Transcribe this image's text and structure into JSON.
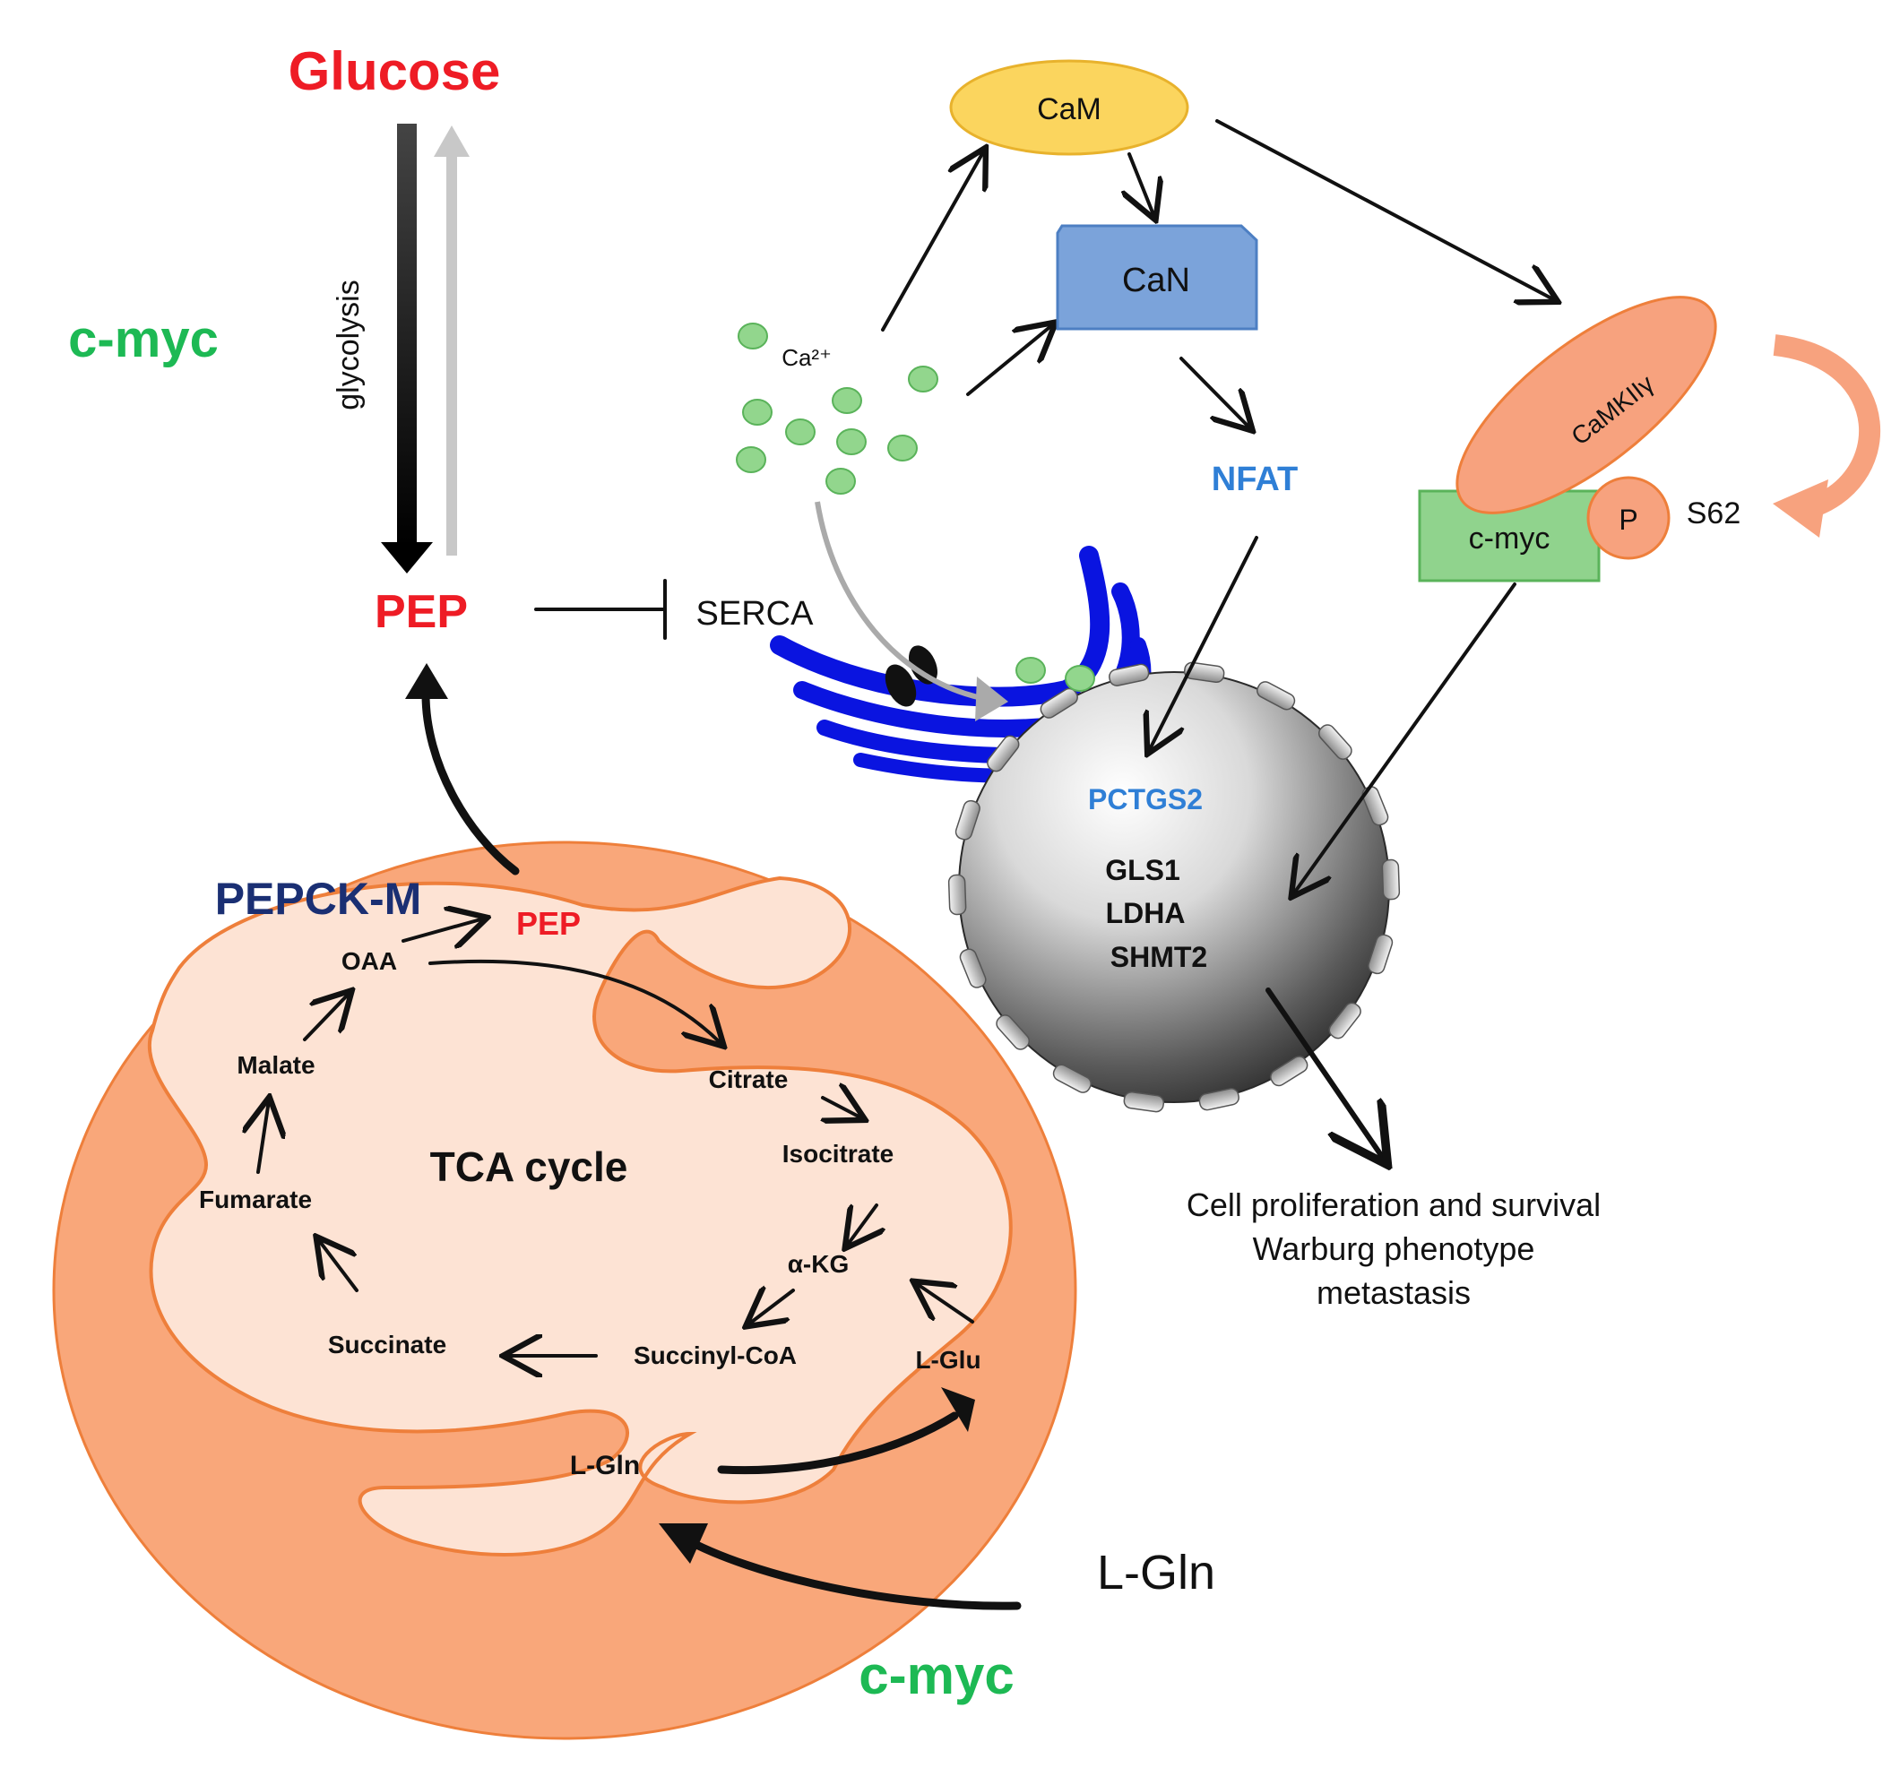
{
  "colors": {
    "red": "#ee1c25",
    "green": "#1db954",
    "navy": "#1a2f73",
    "blue_label": "#2f7fd6",
    "black": "#111111",
    "mito_fill": "#f9a77a",
    "mito_edge": "#ee7f3b",
    "mito_inner": "#fde3d4",
    "cam_fill": "#fbd55e",
    "can_fill": "#7ba3da",
    "myc_fill": "#90d38d",
    "camk_fill": "#f7a27e",
    "er_blue": "#0a14e0",
    "ca_green": "#92d68d"
  },
  "labels": {
    "glucose": "Glucose",
    "glycolysis": "glycolysis",
    "cmyc_left": "c-myc",
    "pep_top": "PEP",
    "serca": "SERCA",
    "cam": "CaM",
    "can": "CaN",
    "nfat": "NFAT",
    "ca2": "Ca²⁺",
    "camk": "CaMKIIγ",
    "cmyc_box": "c-myc",
    "p": "P",
    "s62": "S62",
    "pepck": "PEPCK-M",
    "pep_mito": "PEP",
    "tca": "TCA cycle",
    "lgln_out": "L-Gln",
    "cmyc_bottom": "c-myc"
  },
  "tca_metabolites": [
    "OAA",
    "Citrate",
    "Isocitrate",
    "α-KG",
    "Succinyl-CoA",
    "Succinate",
    "Fumarate",
    "Malate",
    "L-Glu",
    "L-Gln"
  ],
  "nucleus": {
    "genes_blue": "PCTGS2",
    "genes_black": [
      "GLS1",
      "LDHA",
      "SHMT2"
    ]
  },
  "outcome": [
    "Cell proliferation and survival",
    "Warburg phenotype",
    "metastasis"
  ]
}
